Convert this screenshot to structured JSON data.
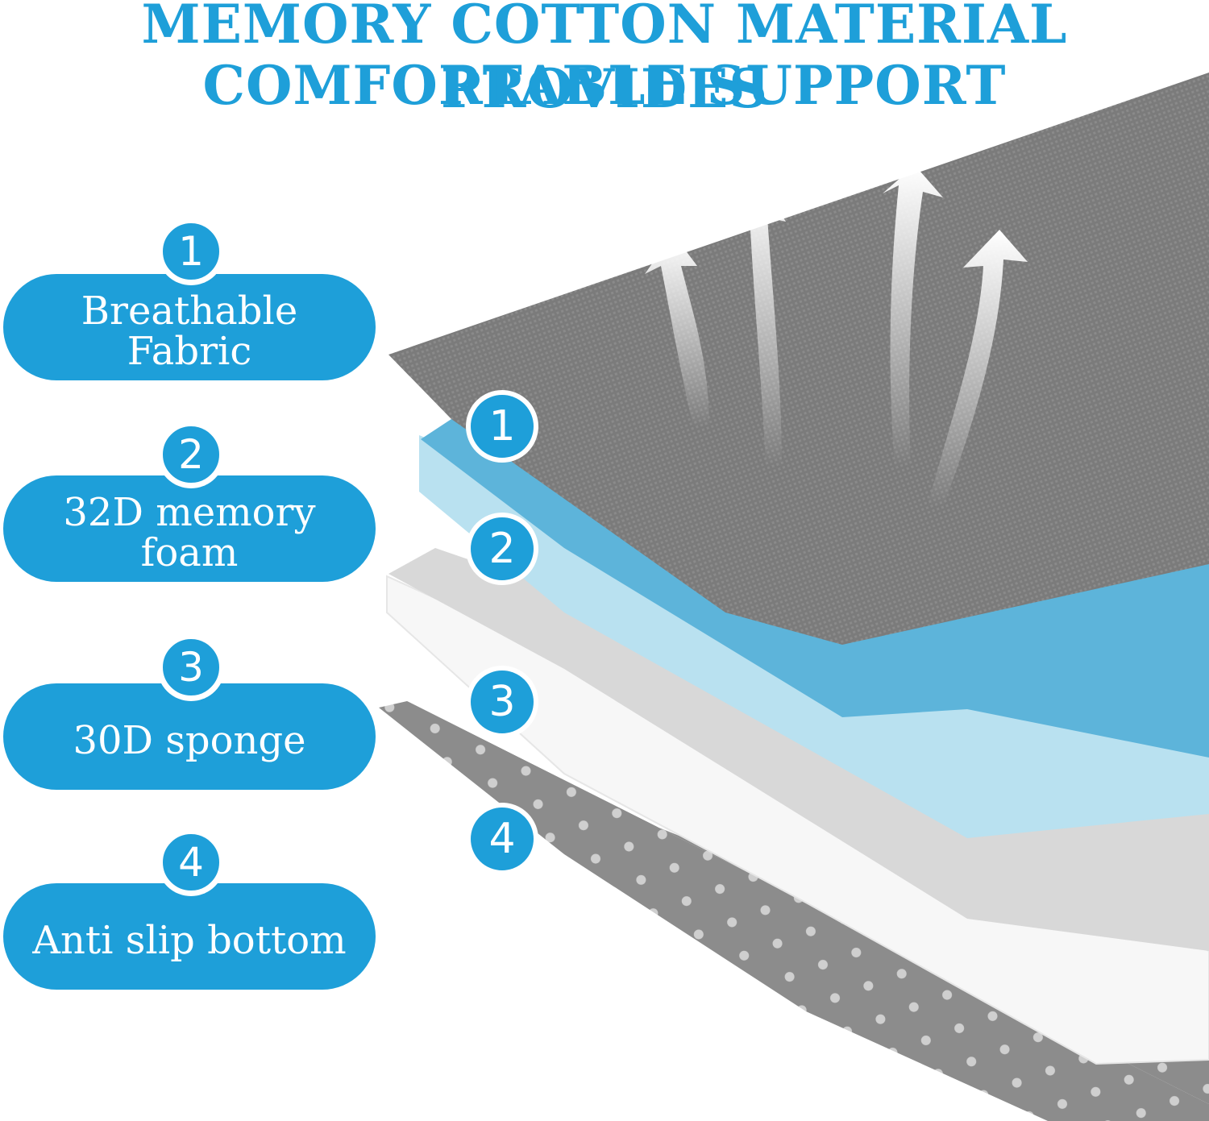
{
  "headline": {
    "line1": "MEMORY COTTON MATERIAL PROVIDES",
    "line2": "COMFORTABLE SUPPORT"
  },
  "layers": [
    {
      "number": "1",
      "label_line1": "Breathable",
      "label_line2": "Fabric"
    },
    {
      "number": "2",
      "label_line1": "32D memory",
      "label_line2": "foam"
    },
    {
      "number": "3",
      "label_line1": "30D sponge",
      "label_line2": ""
    },
    {
      "number": "4",
      "label_line1": "Anti slip bottom",
      "label_line2": ""
    }
  ],
  "colors": {
    "accent": "#1e9fd9",
    "fabric": "#7b7b7b",
    "foam_dark": "#5cb3d9",
    "foam_light": "#b7e0ef",
    "sponge_gray": "#d6d6d6",
    "sponge_white": "#f4f4f4",
    "bottom": "#8c8c8c"
  },
  "icons": [
    "airflow-arrow-icon"
  ]
}
